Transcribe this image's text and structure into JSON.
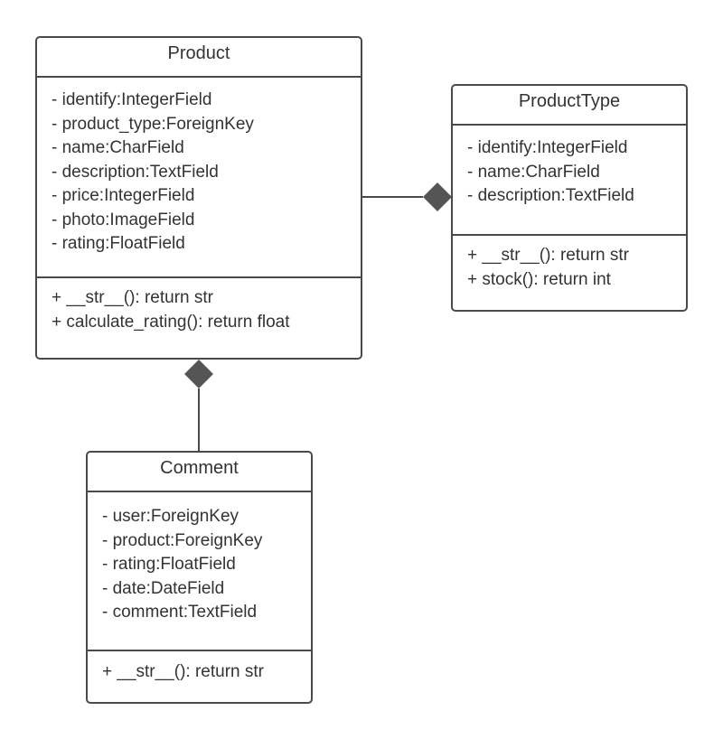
{
  "diagram": {
    "type": "uml-class-diagram",
    "colors": {
      "border": "#4a4a4a",
      "text": "#333333",
      "diamond": "#555555"
    },
    "classes": {
      "product": {
        "name": "Product",
        "attributes": [
          "- identify:IntegerField",
          "- product_type:ForeignKey",
          "- name:CharField",
          "- description:TextField",
          "- price:IntegerField",
          "- photo:ImageField",
          "- rating:FloatField"
        ],
        "methods": [
          "+ __str__(): return str",
          "+ calculate_rating(): return float"
        ]
      },
      "producttype": {
        "name": "ProductType",
        "attributes": [
          "- identify:IntegerField",
          "- name:CharField",
          "- description:TextField"
        ],
        "methods": [
          "+ __str__(): return str",
          "+ stock(): return int"
        ]
      },
      "comment": {
        "name": "Comment",
        "attributes": [
          "- user:ForeignKey",
          "- product:ForeignKey",
          "- rating:FloatField",
          "- date:DateField",
          "- comment:TextField"
        ],
        "methods": [
          "+ __str__(): return str"
        ]
      }
    },
    "relations": [
      {
        "from": "Product",
        "to": "ProductType",
        "kind": "composition",
        "diamond_at": "ProductType"
      },
      {
        "from": "Comment",
        "to": "Product",
        "kind": "composition",
        "diamond_at": "Product"
      }
    ]
  }
}
